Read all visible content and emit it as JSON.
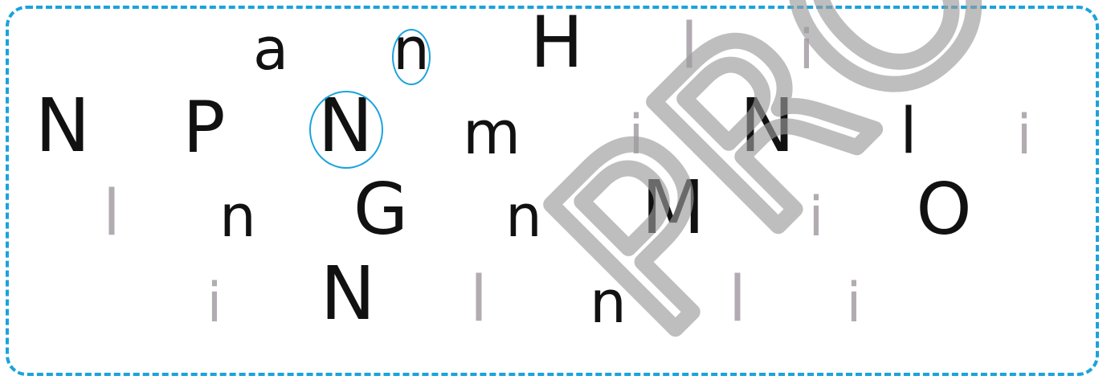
{
  "palette": {
    "border": "#1aa3dc",
    "black_letter": "#111111",
    "grey_letter": "#b2acb2",
    "watermark": "#9b9b9b"
  },
  "letters": [
    {
      "char": "a"
    },
    {
      "char": "n"
    },
    {
      "char": "H"
    },
    {
      "char": "l"
    },
    {
      "char": "i"
    },
    {
      "char": "N"
    },
    {
      "char": "P"
    },
    {
      "char": "N"
    },
    {
      "char": "m"
    },
    {
      "char": "i"
    },
    {
      "char": "N"
    },
    {
      "char": "l"
    },
    {
      "char": "i"
    },
    {
      "char": "l"
    },
    {
      "char": "n"
    },
    {
      "char": "G"
    },
    {
      "char": "n"
    },
    {
      "char": "M"
    },
    {
      "char": "i"
    },
    {
      "char": "O"
    },
    {
      "char": "i"
    },
    {
      "char": "N"
    },
    {
      "char": "l"
    },
    {
      "char": "n"
    },
    {
      "char": "l"
    },
    {
      "char": "i"
    }
  ],
  "watermark": {
    "text": "PROOF"
  }
}
